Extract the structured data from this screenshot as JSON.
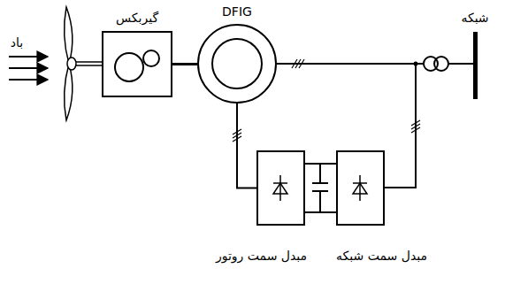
{
  "diagram": {
    "nodes": [
      {
        "text": [
          "گیربکس"
        ]
      },
      {
        "text": [
          "DFIG"
        ]
      },
      {
        "text": [
          "مبدل سمت روتور"
        ]
      },
      {
        "text": [
          "مبدل سمت شبکه"
        ]
      }
    ],
    "edges": [
      {
        "from": 0,
        "to": 1,
        "arrow": "none"
      },
      {
        "from": 1,
        "to": 2,
        "arrow": "none"
      },
      {
        "from": 2,
        "to": 3,
        "arrow": "none"
      }
    ],
    "labels": [
      "باد",
      "شبکه"
    ]
  }
}
